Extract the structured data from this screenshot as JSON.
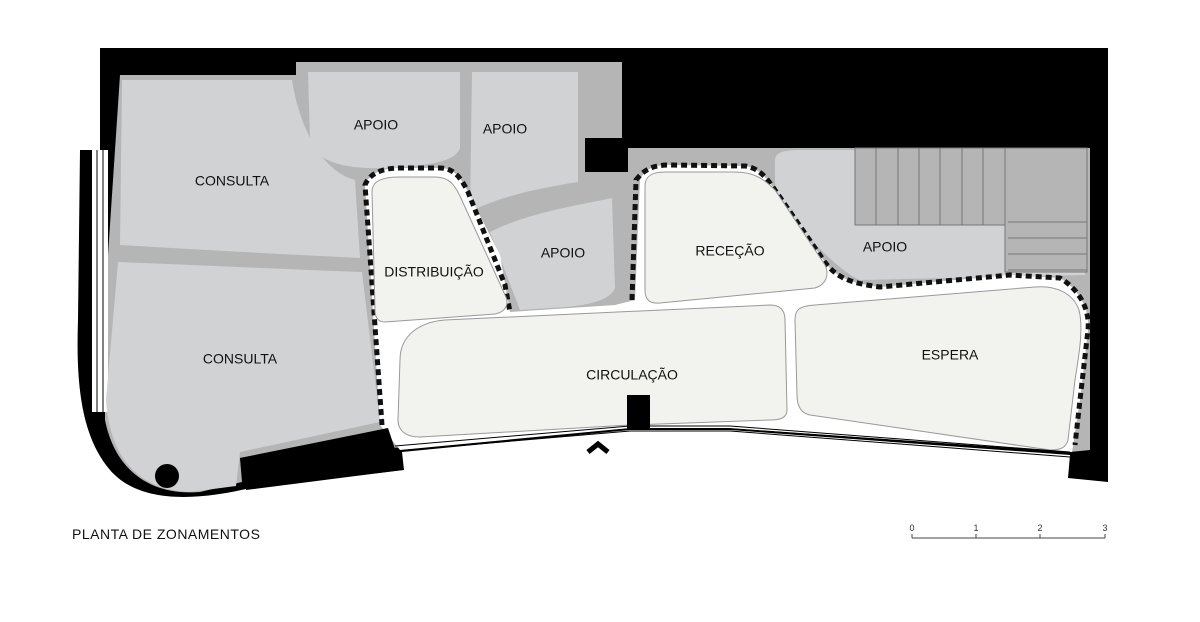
{
  "title": "PLANTA DE ZONAMENTOS",
  "rooms": {
    "consulta_1": "CONSULTA",
    "consulta_2": "CONSULTA",
    "apoio_1": "APOIO",
    "apoio_2": "APOIO",
    "apoio_3": "APOIO",
    "apoio_4": "APOIO",
    "distribuicao": "DISTRIBUIÇÃO",
    "rececao": "RECEÇÃO",
    "circulacao": "CIRCULAÇÃO",
    "espera": "ESPERA"
  },
  "scale": {
    "ticks": [
      "0",
      "1",
      "2",
      "3"
    ]
  },
  "colors": {
    "wall": "#000000",
    "service_grey": "#d0d2d4",
    "base_grey": "#b5b5b5",
    "public_zone": "#f2f3ee"
  }
}
